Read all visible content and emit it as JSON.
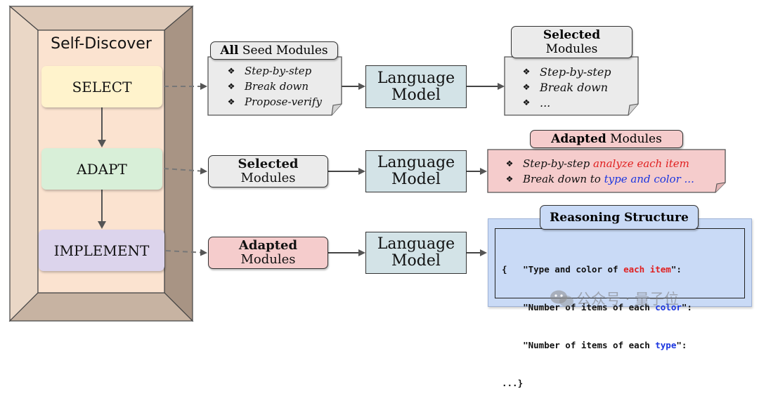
{
  "framework": {
    "title": "Self-Discover",
    "stages": [
      {
        "label": "SELECT",
        "color": "#fff3cc"
      },
      {
        "label": "ADAPT",
        "color": "#d8efd8"
      },
      {
        "label": "IMPLEMENT",
        "color": "#dcd4ec"
      }
    ]
  },
  "language_model_label": [
    "Language",
    "Model"
  ],
  "row1": {
    "input_header_bold": "All",
    "input_header_rest": " Seed Modules",
    "input_items": [
      "Step-by-step",
      "Break down",
      "Propose-verify"
    ],
    "output_header": [
      "Selected",
      "Modules"
    ],
    "output_items": [
      "Step-by-step",
      "Break down",
      "..."
    ]
  },
  "row2": {
    "input_label": [
      "Selected",
      "Modules"
    ],
    "output_header_bold": "Adapted",
    "output_header_rest": " Modules",
    "output_items": [
      {
        "plain": "Step-by-step ",
        "colored": "analyze each item",
        "color": "red"
      },
      {
        "plain": "Break down to ",
        "colored": "type and color ...",
        "color": "blue"
      }
    ]
  },
  "row3": {
    "input_label": [
      "Adapted",
      "Modules"
    ],
    "output_header": "Reasoning Structure",
    "code_lines": [
      {
        "prefix": "{   \"Type and color of ",
        "hl": "each item",
        "hl_color": "red",
        "suffix": "\":"
      },
      {
        "prefix": "    \"Number of items of each ",
        "hl": "color",
        "hl_color": "blue",
        "suffix": "\":"
      },
      {
        "prefix": "    \"Number of items of each ",
        "hl": "type",
        "hl_color": "blue",
        "suffix": "\":"
      },
      {
        "prefix": "...}",
        "hl": "",
        "hl_color": "",
        "suffix": ""
      }
    ]
  },
  "watermark": "公众号 · 量子位",
  "colors": {
    "frame_face": "#fbe3d0",
    "frame_dark": "#a89484",
    "frame_light": "#e2cdbc",
    "lm_fill": "#d3e3e7",
    "doc_fill": "#ebebeb",
    "adapted_fill": "#f5cccc",
    "structure_fill": "#c9daf6",
    "accent_red": "#e02020",
    "accent_blue": "#1a35e0"
  }
}
